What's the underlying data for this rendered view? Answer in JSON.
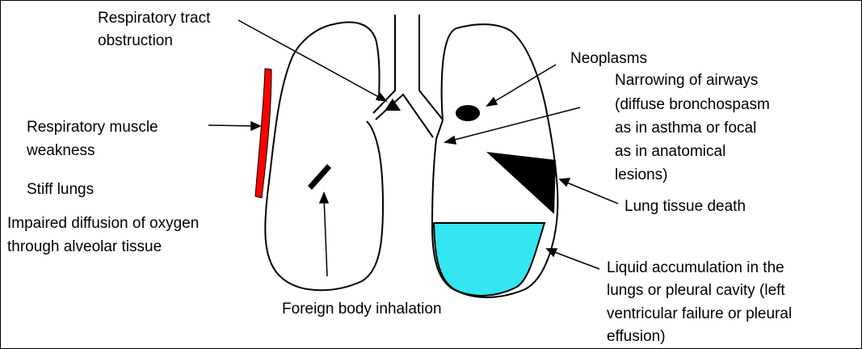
{
  "labels": {
    "respiratory_tract_obstruction": [
      "Respiratory tract",
      "obstruction"
    ],
    "neoplasms": [
      "Neoplasms"
    ],
    "narrowing_of_airways": [
      "Narrowing of airways",
      "(diffuse bronchospasm",
      "as in asthma or focal",
      "as in anatomical",
      "lesions)"
    ],
    "respiratory_muscle_weakness": [
      "Respiratory muscle",
      "weakness"
    ],
    "stiff_lungs": [
      "Stiff lungs"
    ],
    "impaired_diffusion": [
      "Impaired diffusion of oxygen",
      "through alveolar tissue"
    ],
    "lung_tissue_death": [
      "Lung tissue death"
    ],
    "foreign_body_inhalation": [
      "Foreign body inhalation"
    ],
    "liquid_accumulation": [
      "Liquid accumulation in the",
      "lungs or pleural cavity (left",
      "ventricular failure or pleural",
      "effusion)"
    ]
  },
  "colors": {
    "muscle": "#ff0000",
    "fluid": "#33e6f0",
    "lesion": "#000000",
    "outline": "#000000",
    "background": "#ffffff"
  }
}
